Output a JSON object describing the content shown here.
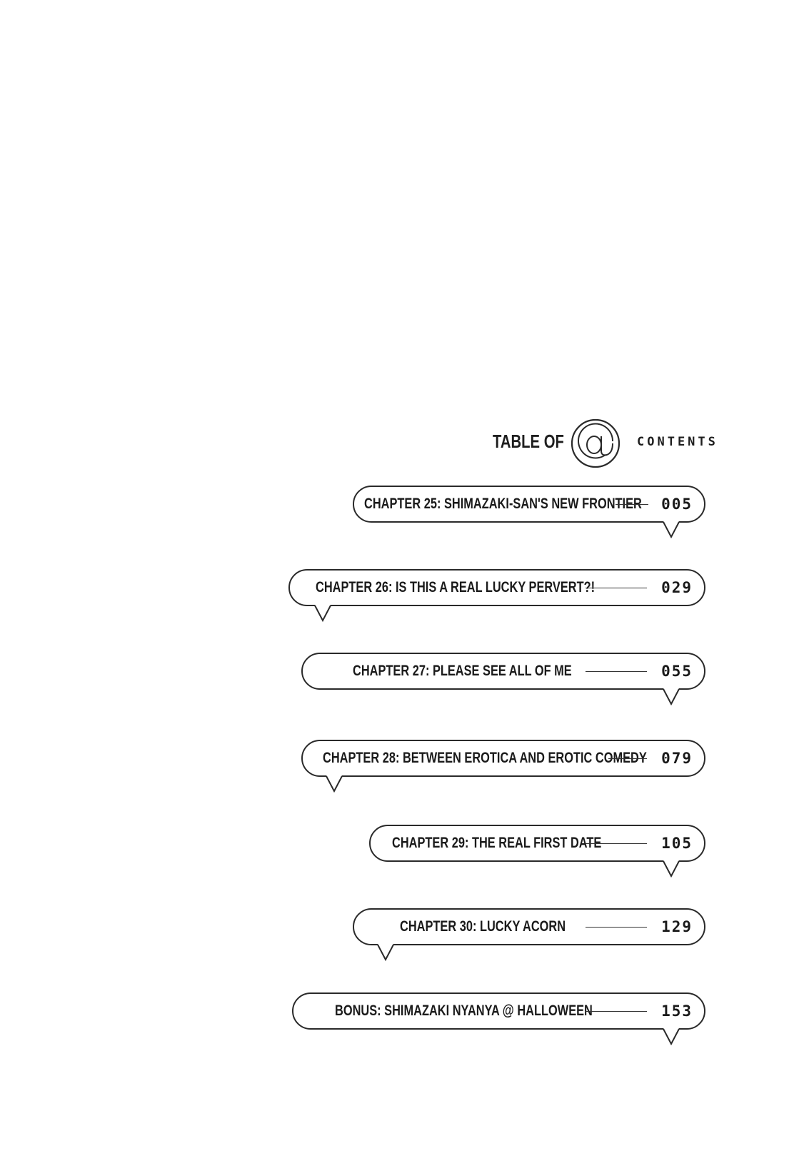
{
  "header": {
    "left_word": "TABLE OF",
    "symbol": "@",
    "right_word": "CONTENTS"
  },
  "entries": [
    {
      "title": "CHAPTER 25: SHIMAZAKI-SAN'S NEW FRONTIER",
      "page": "005"
    },
    {
      "title": "CHAPTER 26: IS THIS A REAL LUCKY PERVERT?!",
      "page": "029"
    },
    {
      "title": "CHAPTER 27: PLEASE SEE ALL OF ME",
      "page": "055"
    },
    {
      "title": "CHAPTER 28: BETWEEN EROTICA AND EROTIC COMEDY",
      "page": "079"
    },
    {
      "title": "CHAPTER 29: THE REAL FIRST DATE",
      "page": "105"
    },
    {
      "title": "CHAPTER 30: LUCKY ACORN",
      "page": "129"
    },
    {
      "title": "BONUS: SHIMAZAKI NYANYA @ HALLOWEEN",
      "page": "153"
    }
  ]
}
